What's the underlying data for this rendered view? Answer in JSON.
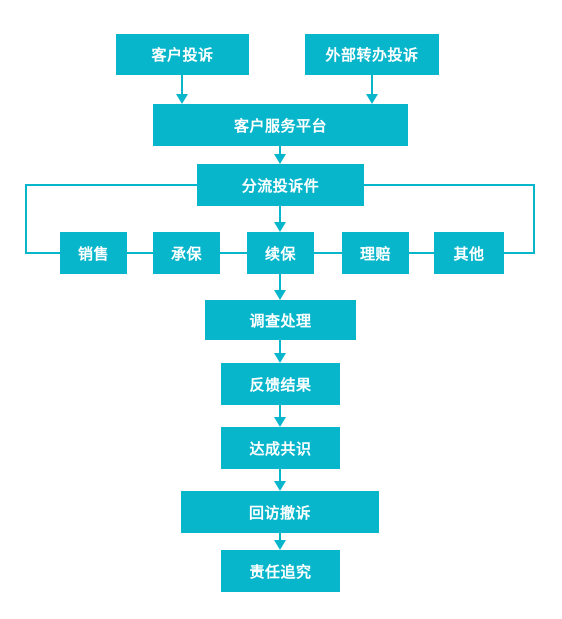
{
  "diagram": {
    "accent_color": "#08b6cc",
    "nodes": {
      "customer_complaint": "客户投诉",
      "external_transfer": "外部转办投诉",
      "service_platform": "客户服务平台",
      "dispatch": "分流投诉件",
      "branches": [
        "销售",
        "承保",
        "续保",
        "理赔",
        "其他"
      ],
      "investigation": "调查处理",
      "feedback": "反馈结果",
      "consensus": "达成共识",
      "revisit": "回访撤诉",
      "accountability": "责任追究"
    }
  }
}
